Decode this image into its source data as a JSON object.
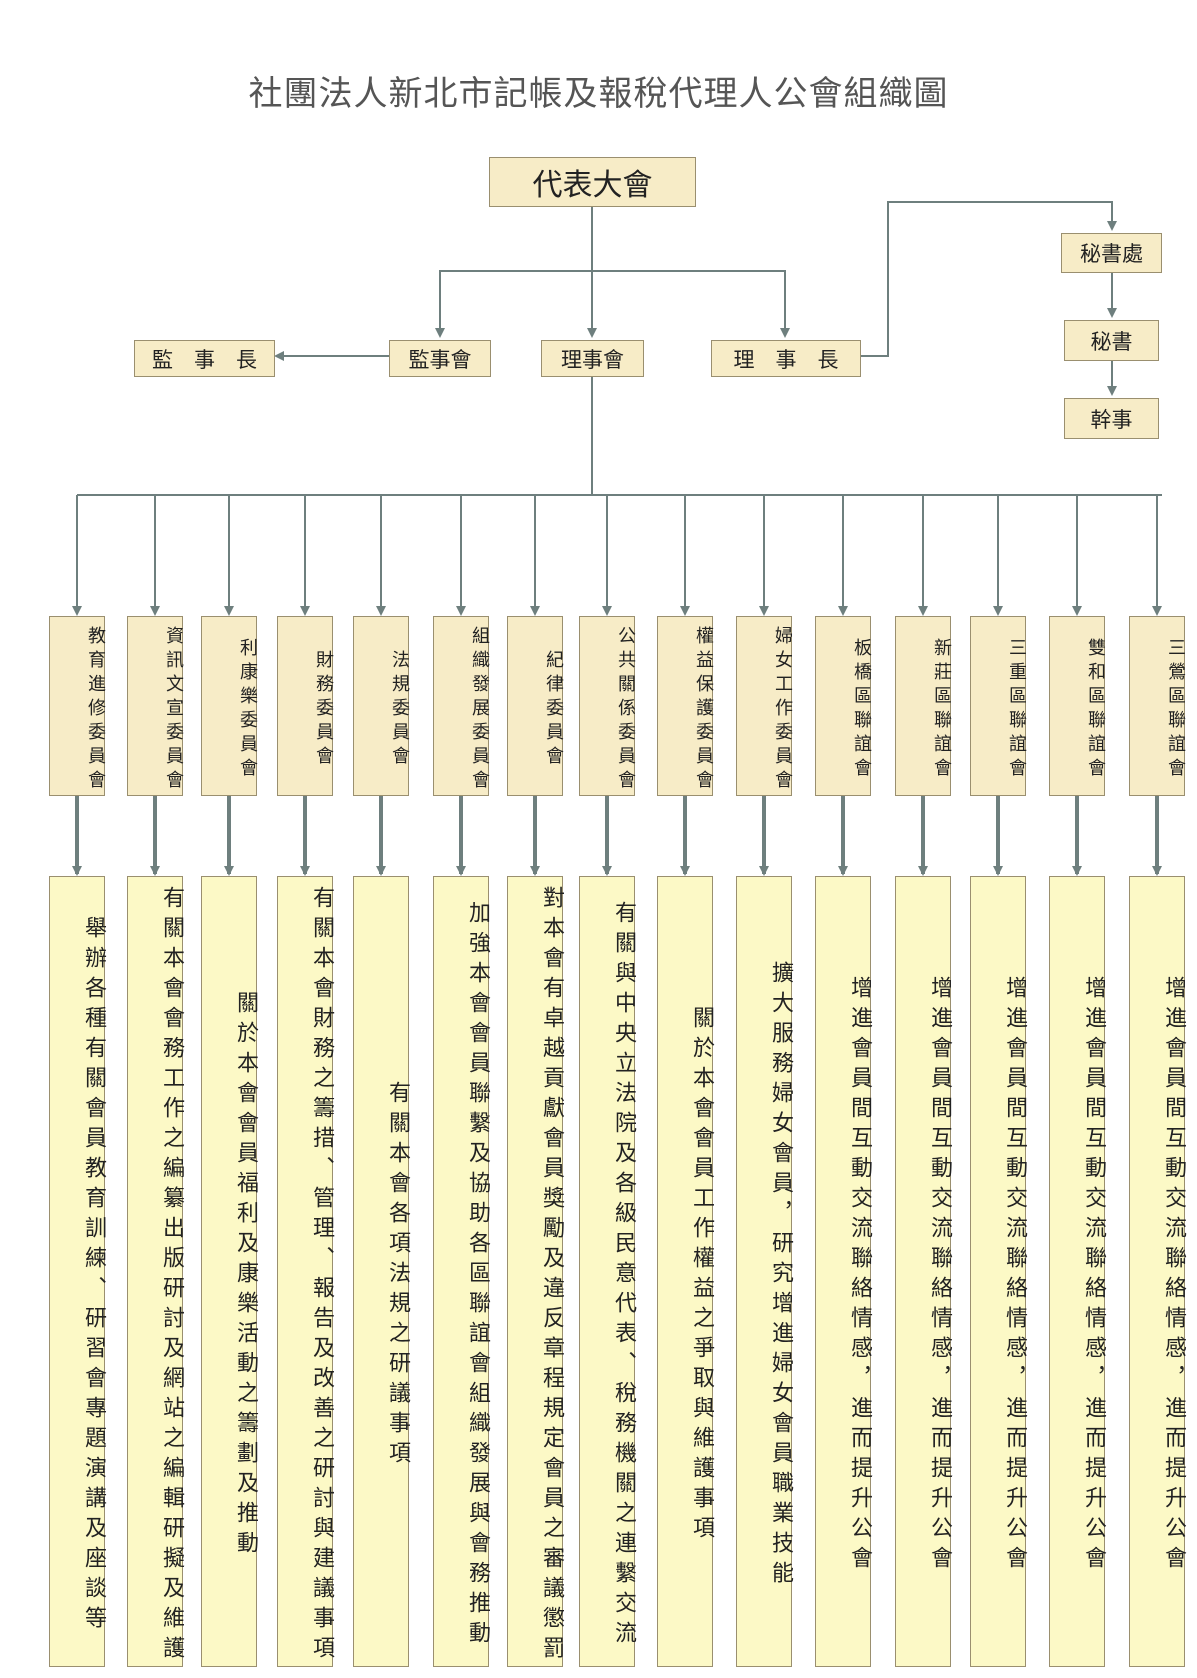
{
  "title": "社團法人新北市記帳及報稅代理人公會組織圖",
  "top": "代表大會",
  "supervisors": "監事會",
  "supervisor_chief": "監　事　長",
  "board": "理事會",
  "chairman": "理　事　長",
  "secretariat": "秘書處",
  "secretary": "秘書",
  "officer": "幹事",
  "committees": [
    {
      "name": "教育進修委員會",
      "desc": "舉辦各種有關會員教育訓練、研習會專題演講及座談等"
    },
    {
      "name": "資訊文宣委員會",
      "desc": "有關本會會務工作之編纂出版研討及網站之編輯研擬及維護"
    },
    {
      "name": "利康樂委員會",
      "desc": "關於本會會員福利及康樂活動之籌劃及推動"
    },
    {
      "name": "財務委員會",
      "desc": "有關本會財務之籌措、管理、報告及改善之研討與建議事項"
    },
    {
      "name": "法規委員會",
      "desc": "有關本會各項法規之研議事項"
    },
    {
      "name": "組織發展委員會",
      "desc": "加強本會會員聯繫及協助各區聯誼會組織發展與會務推動"
    },
    {
      "name": "紀律委員會",
      "desc": "對本會有卓越貢獻會員獎勵及違反章程規定會員之審議懲罰"
    },
    {
      "name": "公共關係委員會",
      "desc": "有關與中央立法院及各級民意代表、稅務機關之連繫交流"
    },
    {
      "name": "權益保護委員會",
      "desc": "關於本會會員工作權益之爭取與維護事項"
    },
    {
      "name": "婦女工作委員會",
      "desc": "擴大服務婦女會員，研究增進婦女會員職業技能"
    },
    {
      "name": "板橋區聯誼會",
      "desc": "增進會員間互動交流聯絡情感，進而提升公會"
    },
    {
      "name": "新莊區聯誼會",
      "desc": "增進會員間互動交流聯絡情感，進而提升公會"
    },
    {
      "name": "三重區聯誼會",
      "desc": "增進會員間互動交流聯絡情感，進而提升公會"
    },
    {
      "name": "雙和區聯誼會",
      "desc": "增進會員間互動交流聯絡情感，進而提升公會"
    },
    {
      "name": "三鶯區聯誼會",
      "desc": "增進會員間互動交流聯絡情感，進而提升公會"
    }
  ],
  "colors": {
    "box": "#f7ecc7",
    "desc_box": "#fcf9c6",
    "line": "#6e7f7e"
  }
}
